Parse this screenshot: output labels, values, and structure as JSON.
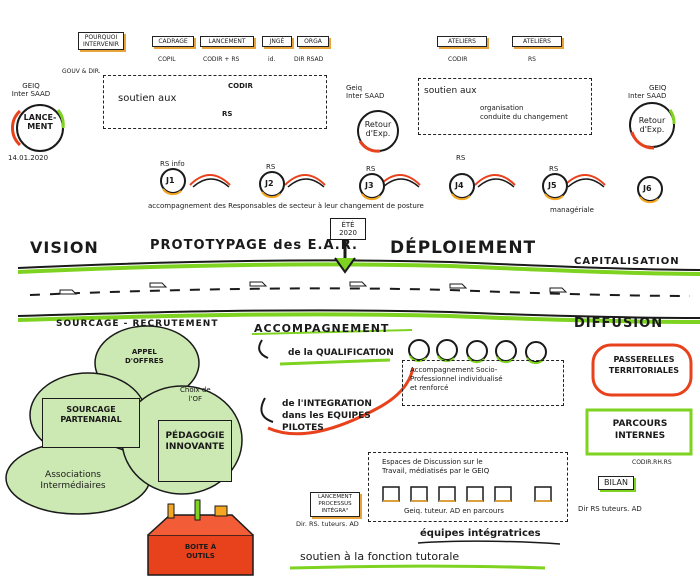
{
  "colors": {
    "green": "#7ed321",
    "orange": "#f5a623",
    "red": "#e8421c",
    "dark": "#1a1a1a",
    "blue": "#2b6fc2"
  },
  "top_boxes": [
    {
      "label": "POURQUOI\nINTERVENIR",
      "sub": "GOUV & DIR."
    },
    {
      "label": "CADRAGE",
      "sub": "COPIL"
    },
    {
      "label": "LANCEMENT",
      "sub": "CODIR + RS"
    },
    {
      "label": "JNGÉ",
      "sub": "id."
    },
    {
      "label": "ORGA",
      "sub": "DIR RSAD"
    },
    {
      "label": "ATELIERS",
      "sub": "CODIR"
    },
    {
      "label": "ATELIERS",
      "sub": "RS"
    }
  ],
  "lancement": {
    "org": "GEIQ\nInter SAAD",
    "label": "LANCE-\nMENT",
    "date": "14.01.2020"
  },
  "soutien_left": {
    "text": "soutien aux",
    "codir": "CODIR",
    "rs": "RS"
  },
  "retour_exp_1": {
    "org": "Geiq\nInter SAAD",
    "label": "Retour\nd'Exp."
  },
  "soutien_right": {
    "text": "soutien aux",
    "detail": "organisation\nconduite du changement"
  },
  "retour_exp_2": {
    "org": "GEIQ\nInter SAAD",
    "label": "Retour\nd'Exp."
  },
  "journeys": [
    {
      "label": "J1",
      "top": "RS info"
    },
    {
      "label": "J2",
      "top": "RS"
    },
    {
      "label": "J3",
      "top": "RS"
    },
    {
      "label": "J4",
      "top": "RS"
    },
    {
      "label": "J5",
      "top": "RS"
    },
    {
      "label": "J6",
      "top": ""
    }
  ],
  "accompagnement_caption": "accompagnement des Responsables de secteur à leur changement de posture",
  "manageriale": "managériale",
  "road": {
    "vision": "VISION",
    "prototypage": "PROTOTYPAGE des E.A.R.",
    "ete": "ÉTÉ\n2020",
    "deploiement": "DÉPLOIEMENT",
    "capitalisation": "CAPITALISATION",
    "sourcage": "SOURCAGE - RECRUTEMENT",
    "diffusion": "DIFFUSION"
  },
  "cloud": {
    "appel": "APPEL\nD'OFFRES",
    "choix": "Choix de\nl'OF",
    "sourcage": "SOURCAGE\nPARTENARIAL",
    "pedagogie": "PÉDAGOGIE\nINNOVANTE",
    "associations": "Associations\nIntermédiaires"
  },
  "boite": "BOITE À\nOUTILS",
  "accompagnement": {
    "title": "ACCOMPAGNEMENT",
    "qualif": "de la QUALIFICATION",
    "integration": "de l'INTEGRATION\ndans les EQUIPES\nPILOTES",
    "socio": "Accompagnement Socio-\nProfessionnel individualisé\net renforcé"
  },
  "right_boxes": {
    "passerelles": "PASSERELLES\nTERRITORIALES",
    "parcours": "PARCOURS\nINTERNES",
    "parcours_sub": "CODIR.RH.RS",
    "bilan": "BILAN"
  },
  "bottom": {
    "lancement_box": "LANCEMENT\nPROCESSUS\nINTÉGRA°",
    "lancement_sub": "Dir. RS. tuteurs. AD",
    "espaces": "Espaces de Discussion sur le\nTravail, médiatisés par le GEIQ",
    "espaces_sub": "Geiq. tuteur. AD en parcours",
    "bilan_sub": "Dir RS tuteurs. AD",
    "equipes": "équipes intégratrices",
    "soutien": "soutien à la fonction tutorale"
  }
}
